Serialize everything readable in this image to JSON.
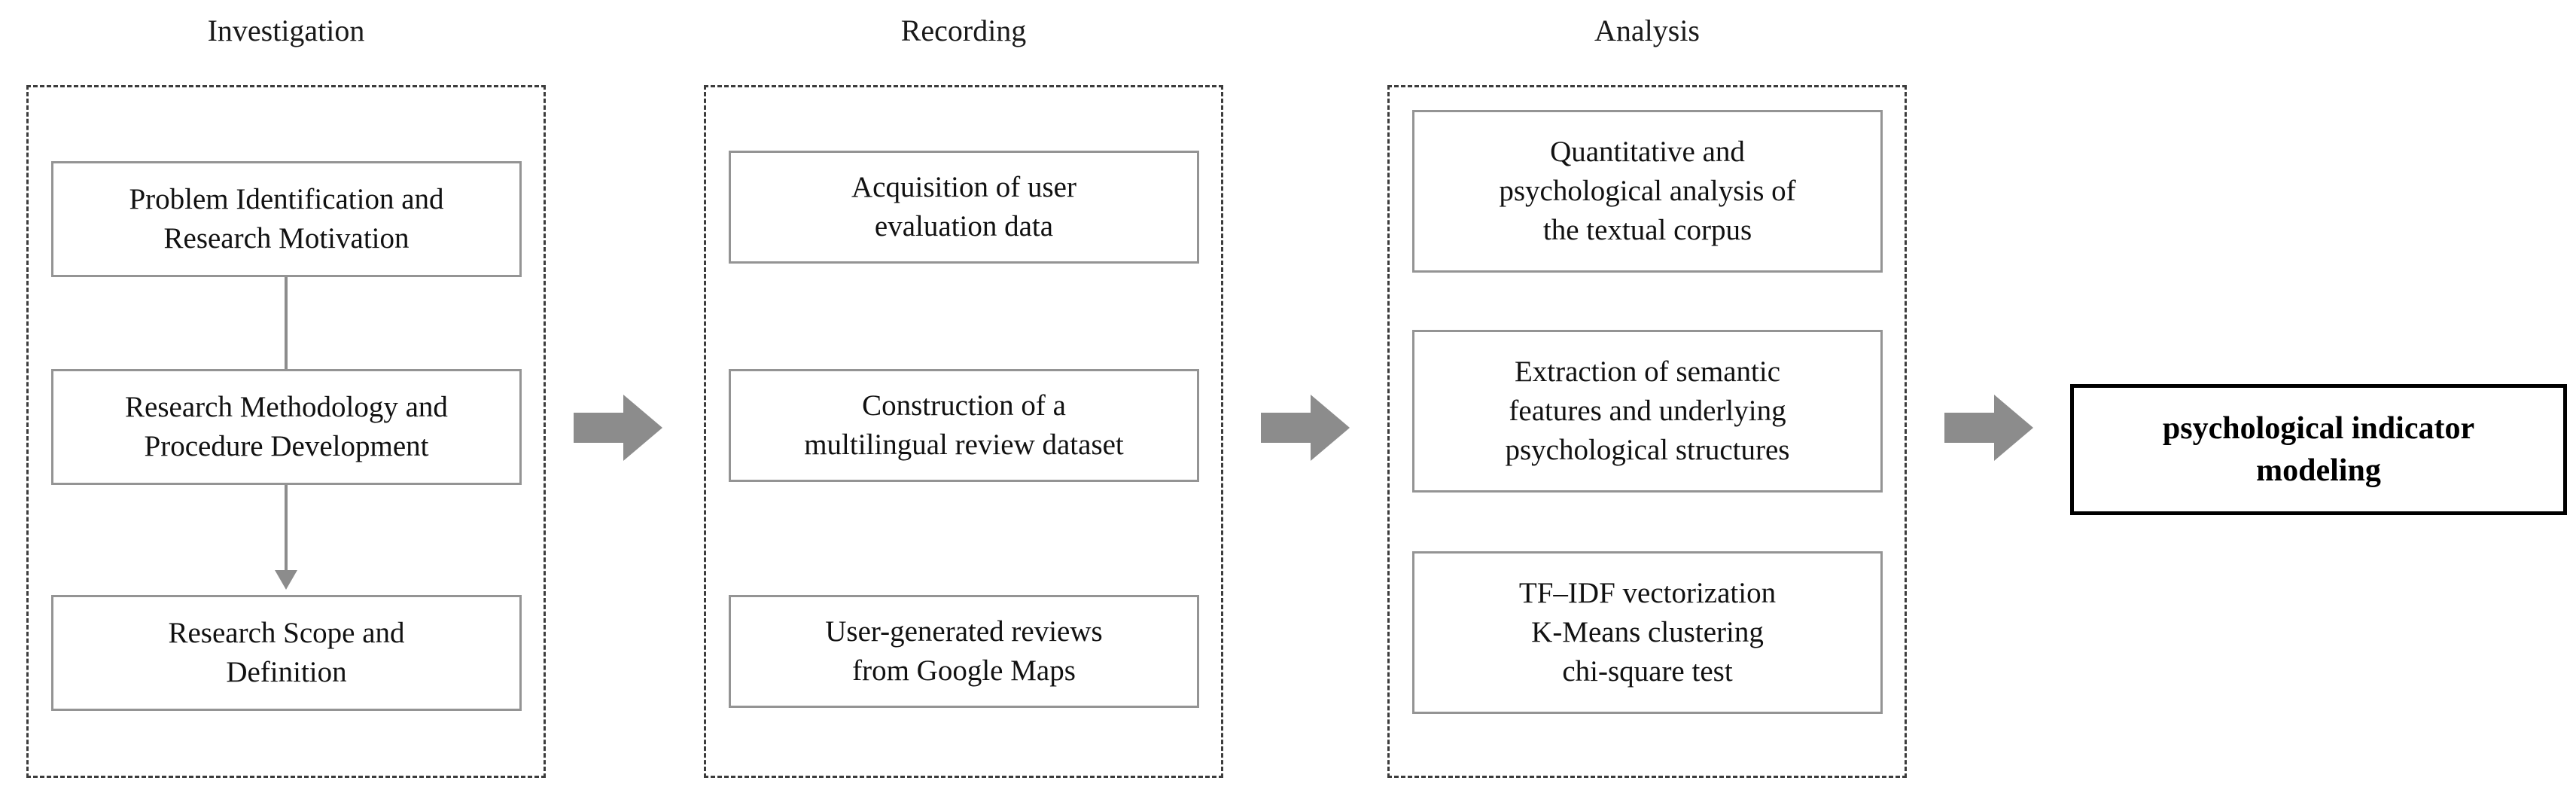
{
  "diagram": {
    "title_implicit": "Research framework flowchart",
    "colors": {
      "arrow_gray": "#8c8c8c",
      "box_border_gray": "#949494",
      "dashed_border": "#3c3c3c",
      "outcome_border": "#000000",
      "text": "#111111",
      "background": "#ffffff"
    },
    "phases": [
      {
        "title": "Investigation",
        "steps": [
          {
            "label": "Problem Identification and\nResearch Motivation"
          },
          {
            "label": "Research Methodology and\nProcedure Development"
          },
          {
            "label": "Research Scope and\nDefinition"
          }
        ],
        "connectors": [
          {
            "from": 0,
            "to": 1,
            "arrowhead": false
          },
          {
            "from": 1,
            "to": 2,
            "arrowhead": true
          }
        ]
      },
      {
        "title": "Recording",
        "steps": [
          {
            "label": "Acquisition of user\nevaluation data"
          },
          {
            "label": "Construction of a\nmultilingual review dataset"
          },
          {
            "label": "User-generated reviews\nfrom Google Maps"
          }
        ],
        "connectors": []
      },
      {
        "title": "Analysis",
        "steps": [
          {
            "label": "Quantitative and\npsychological analysis of\nthe textual corpus"
          },
          {
            "label": "Extraction of semantic\nfeatures and underlying\npsychological structures"
          },
          {
            "label": "TF–IDF vectorization\nK-Means clustering\nchi-square test"
          }
        ],
        "connectors": []
      }
    ],
    "flow_arrows": [
      {
        "name": "arrow-investigation-to-recording",
        "icon": "right-block-arrow-icon"
      },
      {
        "name": "arrow-recording-to-analysis",
        "icon": "right-block-arrow-icon"
      },
      {
        "name": "arrow-analysis-to-outcome",
        "icon": "right-block-arrow-icon"
      }
    ],
    "outcome": {
      "label": "psychological indicator\nmodeling"
    }
  }
}
